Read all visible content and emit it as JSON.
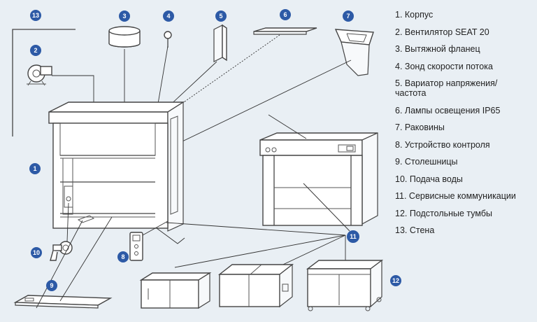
{
  "markers": [
    "1",
    "2",
    "3",
    "4",
    "5",
    "6",
    "7",
    "8",
    "9",
    "10",
    "11",
    "12",
    "13"
  ],
  "legend": [
    "1. Корпус",
    "2. Вентилятор SEAT 20",
    "3. Вытяжной фланец",
    "4. Зонд скорости потока",
    "5. Вариатор напряжения/ частота",
    "6. Лампы освещения IP65",
    "7. Раковины",
    "8. Устройство контроля",
    "9. Столешницы",
    "10. Подача воды",
    "11. Сервисные коммуникации",
    "12. Подстольные тумбы",
    "13. Стена"
  ],
  "colors": {
    "badge": "#2d5aa6",
    "background": "#e9eff4",
    "line": "#444444"
  }
}
